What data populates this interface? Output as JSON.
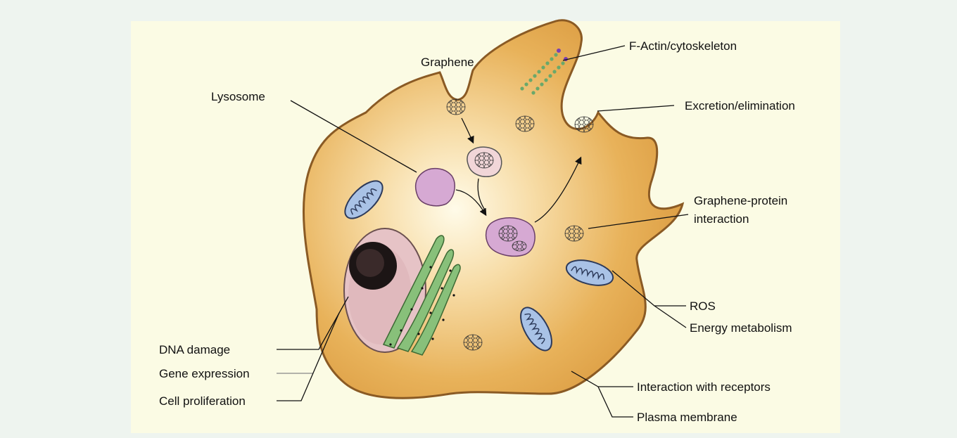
{
  "labels": {
    "graphene": "Graphene",
    "factin": "F-Actin/cytoskeleton",
    "lysosome": "Lysosome",
    "excretion": "Excretion/elimination",
    "gp_line1": "Graphene-protein",
    "gp_line2": "interaction",
    "ros": "ROS",
    "energy": "Energy metabolism",
    "dna": "DNA damage",
    "gene": "Gene expression",
    "prolif": "Cell proliferation",
    "receptors": "Interaction with receptors",
    "membrane": "Plasma membrane"
  },
  "colors": {
    "page_bg": "#eef4ef",
    "panel_bg": "#fbfbe4",
    "cell_fill": "#e0a548",
    "cell_center": "#fffbe9",
    "cell_outline": "#8a5a24",
    "nucleus": "#e6c3c6",
    "nucleolus": "#1c1515",
    "lysosome": "#d6a9d3",
    "mitochondria": "#a9c2e6",
    "er": "#88c07a"
  },
  "icons": [
    "graphene-flake-icon",
    "mitochondrion-icon",
    "lysosome-icon",
    "actin-filament-icon"
  ]
}
